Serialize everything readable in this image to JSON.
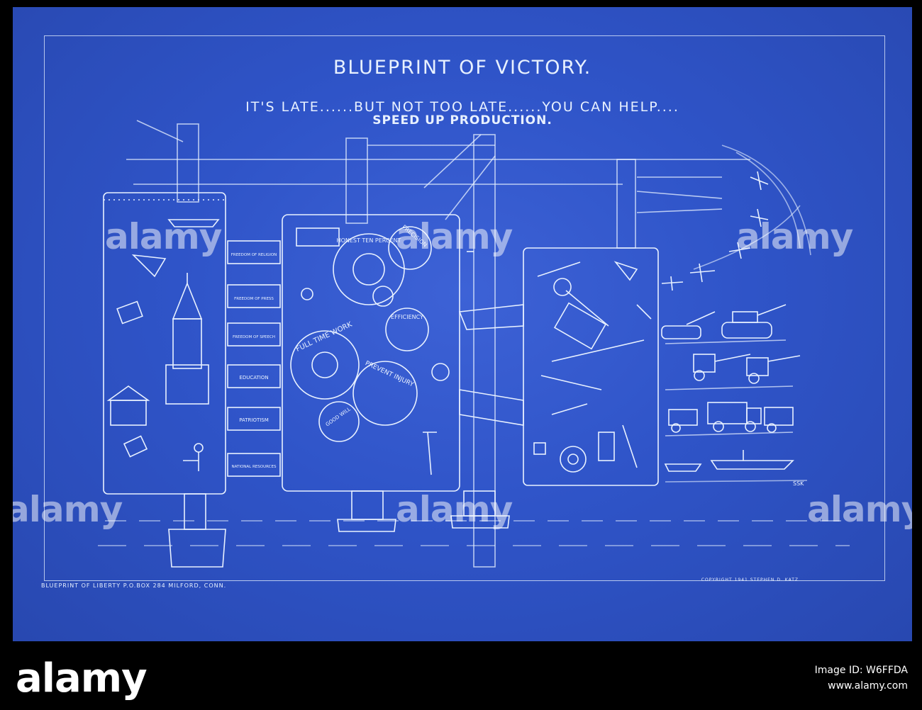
{
  "poster": {
    "title": "BLUEPRINT OF VICTORY.",
    "subtitle": "IT'S LATE......BUT NOT TOO LATE......YOU CAN HELP....",
    "subtitle2": "SPEED UP PRODUCTION.",
    "drawers": [
      "FREEDOM OF RELIGION",
      "FREEDOM OF PRESS",
      "FREEDOM OF SPEECH",
      "EDUCATION",
      "PATRIOTISM",
      "NATIONAL RESOURCES"
    ],
    "gears": [
      "HONEST TEN PERCENT",
      "PRECISION",
      "FULL TIME WORK",
      "EFFICIENCY",
      "PREVENT INJURY",
      "GOOD WILL"
    ],
    "footer_left": "BLUEPRINT OF LIBERTY   P.O.BOX 284  MILFORD, CONN.",
    "footer_right": "COPYRIGHT 1941   STEPHEN D. KATZ",
    "signature": "SSK"
  },
  "watermark": {
    "text": "alamy"
  },
  "stock_bar": {
    "logo": "alamy",
    "image_id_label": "Image ID: W6FFDA",
    "url": "www.alamy.com"
  },
  "colors": {
    "blueprint": "#3559cc",
    "ink": "#e8f1ff"
  }
}
